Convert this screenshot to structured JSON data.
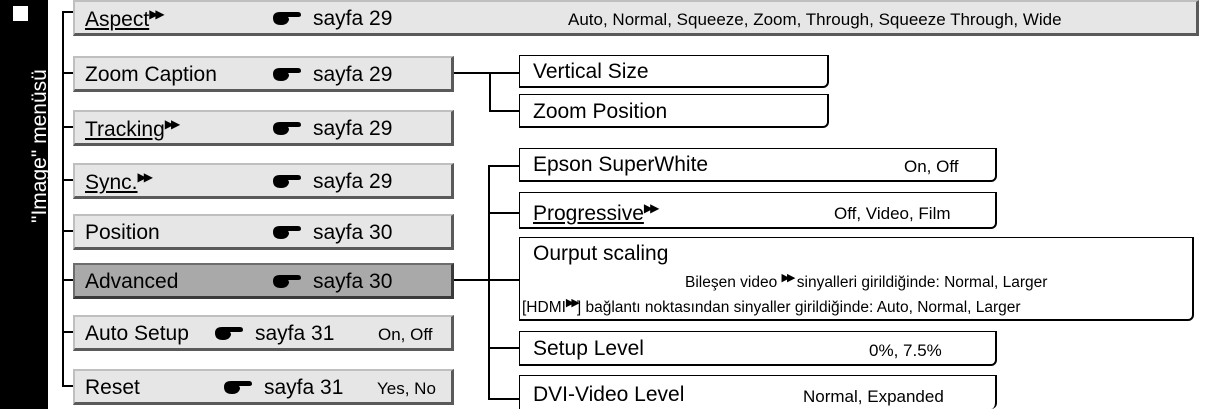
{
  "menu_title": "\"Image\" menüsü",
  "main_items": [
    {
      "label": "Aspect",
      "has_link": true,
      "ref": "sayfa 29",
      "options": "Auto, Normal, Squeeze, Zoom, Through, Squeeze Through, Wide"
    },
    {
      "label": "Zoom Caption",
      "has_link": false,
      "ref": "sayfa 29",
      "options": ""
    },
    {
      "label": "Tracking",
      "has_link": true,
      "ref": "sayfa 29",
      "options": ""
    },
    {
      "label": "Sync.",
      "has_link": true,
      "ref": "sayfa 29",
      "options": ""
    },
    {
      "label": "Position",
      "has_link": false,
      "ref": "sayfa 30",
      "options": ""
    },
    {
      "label": "Advanced",
      "has_link": false,
      "ref": "sayfa 30",
      "options": "",
      "selected": true
    },
    {
      "label": "Auto Setup",
      "has_link": false,
      "ref": "sayfa 31",
      "options": "On, Off"
    },
    {
      "label": "Reset",
      "has_link": false,
      "ref": "sayfa 31",
      "options": "Yes, No"
    }
  ],
  "zoom_caption_sub": [
    {
      "label": "Vertical Size"
    },
    {
      "label": "Zoom Position"
    }
  ],
  "advanced_sub": [
    {
      "label": "Epson SuperWhite",
      "options": "On, Off"
    },
    {
      "label": "Progressive",
      "has_link": true,
      "options": "Off, Video, Film"
    },
    {
      "label": "Ourput scaling",
      "line2_pre": "Bileşen video",
      "line2_post": "sinyalleri girildiğinde: Normal, Larger",
      "line3_pre": "[HDMI",
      "line3_post": "] bağlantı noktasından sinyaller girildiğinde: Auto, Normal, Larger"
    },
    {
      "label": "Setup Level",
      "options": "0%, 7.5%"
    },
    {
      "label": "DVI-Video Level",
      "options": "Normal, Expanded"
    }
  ],
  "icons": {
    "page_ref": "pointing-hand-icon",
    "glossary_link": "double-arrow-icon"
  }
}
